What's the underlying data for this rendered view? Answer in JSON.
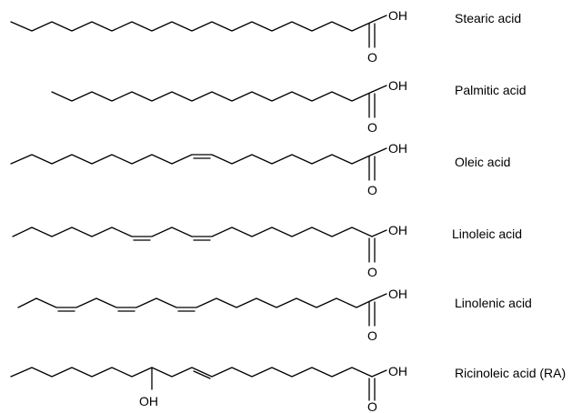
{
  "molecules": [
    {
      "name": "Stearic acid",
      "carboxyl": {
        "oh": "OH",
        "o": "O"
      }
    },
    {
      "name": "Palmitic acid",
      "carboxyl": {
        "oh": "OH",
        "o": "O"
      }
    },
    {
      "name": "Oleic acid",
      "carboxyl": {
        "oh": "OH",
        "o": "O"
      }
    },
    {
      "name": "Linoleic acid",
      "carboxyl": {
        "oh": "OH",
        "o": "O"
      }
    },
    {
      "name": "Linolenic acid",
      "carboxyl": {
        "oh": "OH",
        "o": "O"
      }
    },
    {
      "name": "Ricinoleic acid (RA)",
      "carboxyl": {
        "oh": "OH",
        "o": "O"
      },
      "hydroxyl": "OH"
    }
  ]
}
